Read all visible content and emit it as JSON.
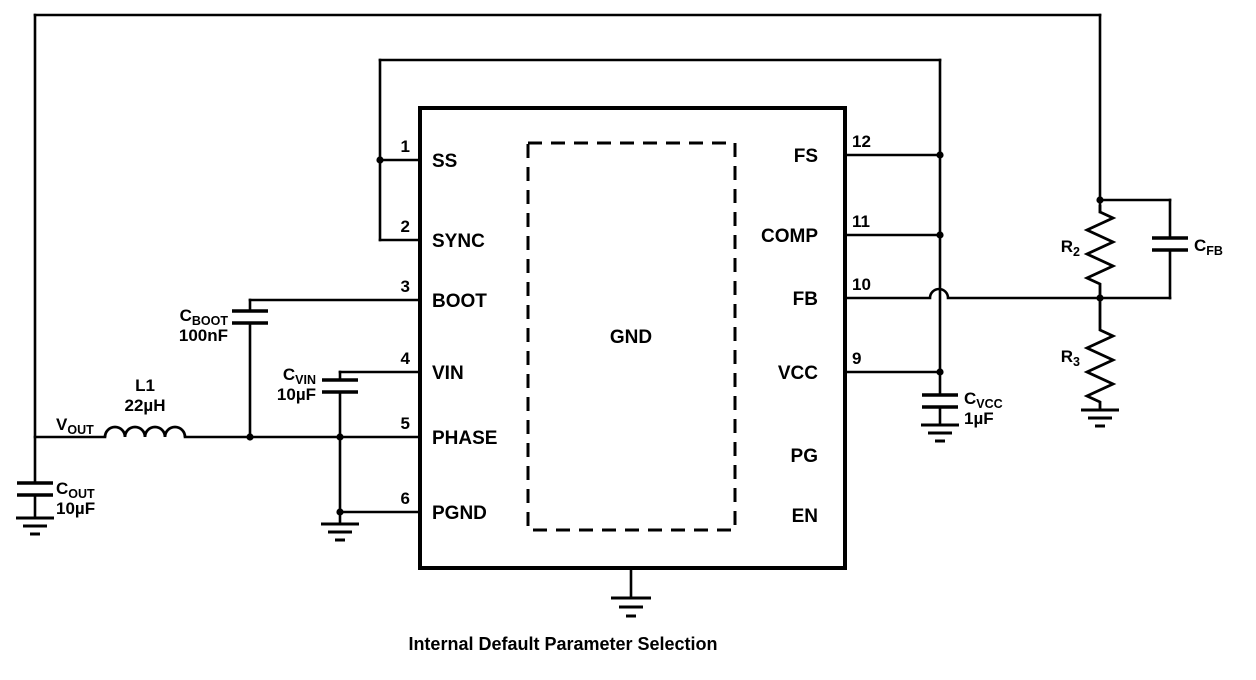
{
  "title": "Internal Default Parameter Selection",
  "ic": {
    "gnd_label": "GND",
    "left_pins": [
      {
        "number": "1",
        "name": "SS"
      },
      {
        "number": "2",
        "name": "SYNC"
      },
      {
        "number": "3",
        "name": "BOOT"
      },
      {
        "number": "4",
        "name": "VIN"
      },
      {
        "number": "5",
        "name": "PHASE"
      },
      {
        "number": "6",
        "name": "PGND"
      }
    ],
    "right_pins": [
      {
        "number": "12",
        "name": "FS"
      },
      {
        "number": "11",
        "name": "COMP"
      },
      {
        "number": "10",
        "name": "FB"
      },
      {
        "number": "9",
        "name": "VCC"
      },
      {
        "number": "",
        "name": "PG"
      },
      {
        "number": "",
        "name": "EN"
      }
    ]
  },
  "components": {
    "vout": {
      "main": "V",
      "sub": "OUT"
    },
    "l1": {
      "ref": "L1",
      "value": "22µH"
    },
    "cout": {
      "main": "C",
      "sub": "OUT",
      "value": "10µF"
    },
    "cboot": {
      "main": "C",
      "sub": "BOOT",
      "value": "100nF"
    },
    "cvin": {
      "main": "C",
      "sub": "VIN",
      "value": "10µF"
    },
    "cvcc": {
      "main": "C",
      "sub": "VCC",
      "value": "1µF"
    },
    "cfb": {
      "main": "C",
      "sub": "FB"
    },
    "r2": {
      "main": "R",
      "sub": "2"
    },
    "r3": {
      "main": "R",
      "sub": "3"
    }
  },
  "colors": {
    "ink": "#000000",
    "background": "#ffffff"
  }
}
